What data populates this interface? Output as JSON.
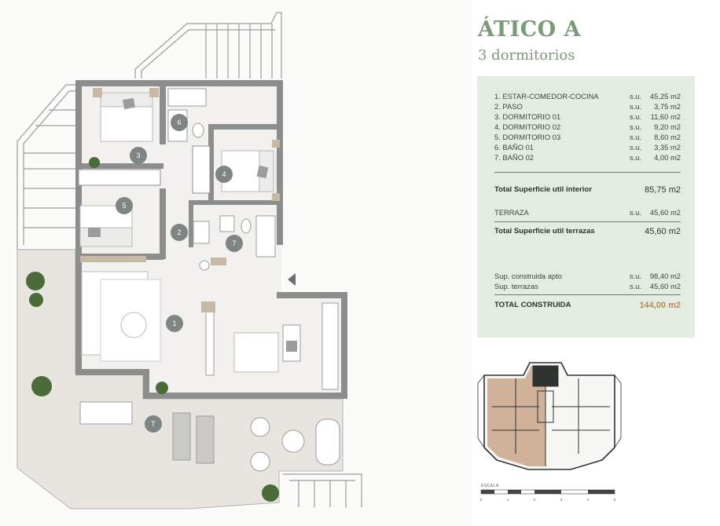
{
  "header": {
    "title": "ÁTICO A",
    "subtitle": "3 dormitorios"
  },
  "rooms": [
    {
      "label": "1. ESTAR-COMEDOR-COCINA",
      "su": "s.u.",
      "value": "45,25 m2"
    },
    {
      "label": "2. PASO",
      "su": "s.u.",
      "value": "3,75 m2"
    },
    {
      "label": "3. DORMITORIO 01",
      "su": "s.u.",
      "value": "11,60 m2"
    },
    {
      "label": "4. DORMITORIO 02",
      "su": "s.u.",
      "value": "9,20 m2"
    },
    {
      "label": "5. DORMITORIO 03",
      "su": "s.u.",
      "value": "8,60 m2"
    },
    {
      "label": "6. BAÑO 01",
      "su": "s.u.",
      "value": "3,35 m2"
    },
    {
      "label": "7. BAÑO 02",
      "su": "s.u.",
      "value": "4,00 m2"
    }
  ],
  "totals": {
    "interior_label": "Total Superficie util interior",
    "interior_value": "85,75 m2",
    "terraza_label": "TERRAZA",
    "terraza_su": "s.u.",
    "terraza_value": "45,60 m2",
    "terrazas_total_label": "Total Superficie util terrazas",
    "terrazas_total_value": "45,60 m2",
    "construida_apto_label": "Sup. construida apto",
    "construida_apto_su": "s.u.",
    "construida_apto_value": "98,40 m2",
    "sup_terrazas_label": "Sup. terrazas",
    "sup_terrazas_su": "s.u.",
    "sup_terrazas_value": "45,60 m2",
    "total_construida_label": "TOTAL CONSTRUIDA",
    "total_construida_value": "144,00 m2"
  },
  "plan_markers": [
    "1",
    "2",
    "3",
    "4",
    "5",
    "6",
    "7",
    "T"
  ],
  "scale": {
    "label": "ESCALA",
    "ticks": [
      "0",
      "1",
      "2",
      "3",
      "4",
      "5"
    ]
  },
  "colors": {
    "accent_green": "#7a9a78",
    "panel_bg": "#e4ebe1",
    "highlight": "#b8895a",
    "wall": "#8a8d8c",
    "floor": "#f1f0ed",
    "terrace": "#e7e3de"
  }
}
